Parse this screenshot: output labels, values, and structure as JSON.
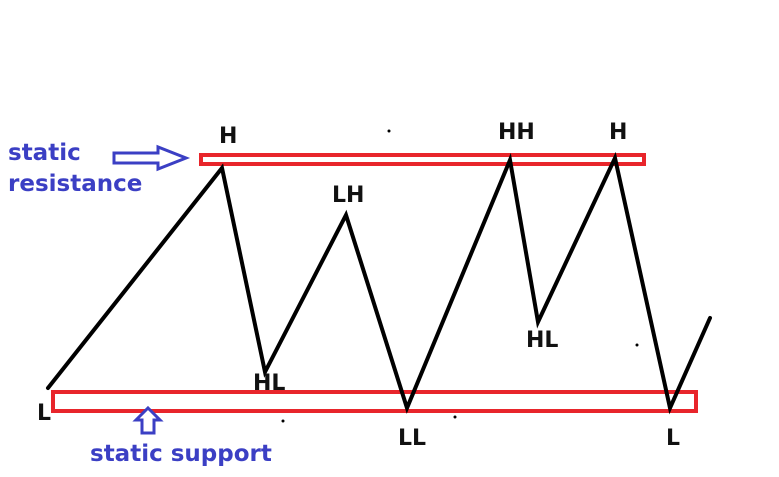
{
  "colors": {
    "price_line": "#000000",
    "level_box": "#e8252b",
    "annotation_text": "#3b3fc4",
    "arrow": "#3b3fc4"
  },
  "annotations": {
    "resistance_line1": "static",
    "resistance_line2": "resistance",
    "support": "static support"
  },
  "swing_labels": {
    "l1": "L",
    "h1": "H",
    "hl1": "HL",
    "lh1": "LH",
    "ll1": "LL",
    "hh1": "HH",
    "hl2": "HL",
    "h2": "H",
    "l2": "L"
  }
}
